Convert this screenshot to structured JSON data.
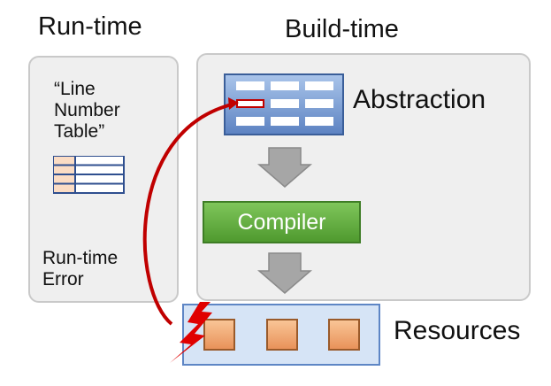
{
  "headers": {
    "runtime": "Run-time",
    "buildtime": "Build-time"
  },
  "runtime_panel": {
    "quote_lines": [
      "“Line",
      "Number",
      "Table”"
    ],
    "error_lines": [
      "Run-time",
      "Error"
    ]
  },
  "build_panel": {
    "abstraction_label": "Abstraction",
    "compiler_label": "Compiler"
  },
  "resources": {
    "label": "Resources",
    "count": 3
  },
  "colors": {
    "panel_fill": "#efefef",
    "compiler_green": "#5aa83a",
    "abstraction_blue": "#6f93cf",
    "resource_orange": "#f0a36c",
    "arrow_red": "#c00000",
    "lightning_red": "#e00000",
    "down_arrow_gray": "#a6a6a6"
  },
  "icons": {
    "table": "table-icon",
    "lightning": "lightning-bolt-icon",
    "down_arrow": "down-arrow-icon",
    "curved_arrow": "curved-arrow-icon"
  }
}
